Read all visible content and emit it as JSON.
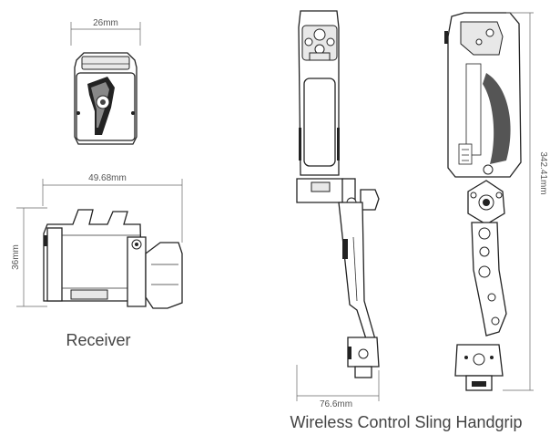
{
  "dimensions": {
    "receiver_top_width": "26mm",
    "receiver_side_width": "49.68mm",
    "receiver_height": "36mm",
    "handgrip_width": "76.6mm",
    "handgrip_height": "342.41mm"
  },
  "captions": {
    "receiver": "Receiver",
    "handgrip": "Wireless Control Sling Handgrip"
  },
  "colors": {
    "line": "#222222",
    "dimension_line": "#666666",
    "text": "#444444"
  }
}
